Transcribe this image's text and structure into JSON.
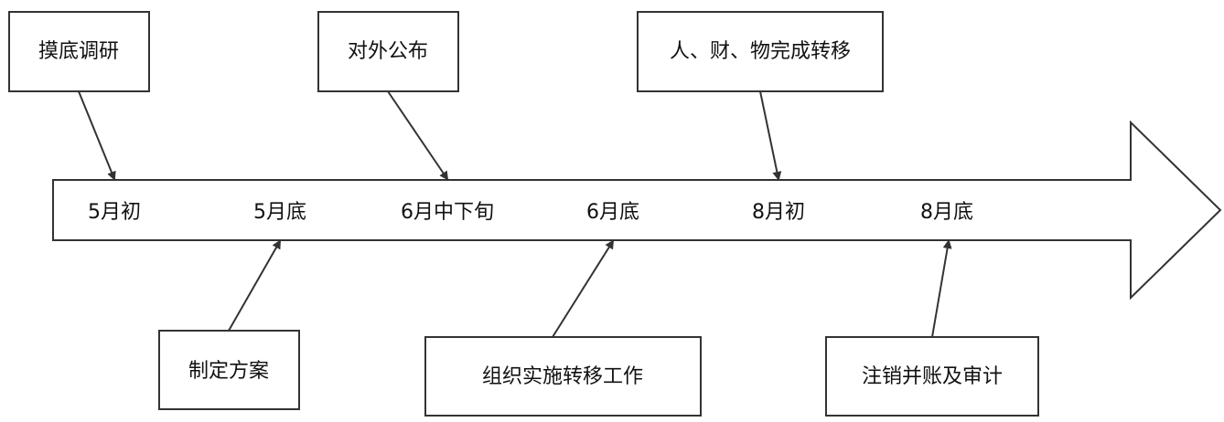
{
  "timeline": {
    "points": [
      {
        "label": "5月初"
      },
      {
        "label": "5月底"
      },
      {
        "label": "6月中下旬"
      },
      {
        "label": "6月底"
      },
      {
        "label": "8月初"
      },
      {
        "label": "8月底"
      }
    ]
  },
  "events": {
    "top": [
      {
        "text": "摸底调研"
      },
      {
        "text": "对外公布"
      },
      {
        "text": "人、财、物完成转移"
      }
    ],
    "bottom": [
      {
        "text": "制定方案"
      },
      {
        "text": "组织实施转移工作"
      },
      {
        "text": "注销并账及审计"
      }
    ]
  },
  "colors": {
    "stroke": "#333333",
    "text": "#111111"
  }
}
